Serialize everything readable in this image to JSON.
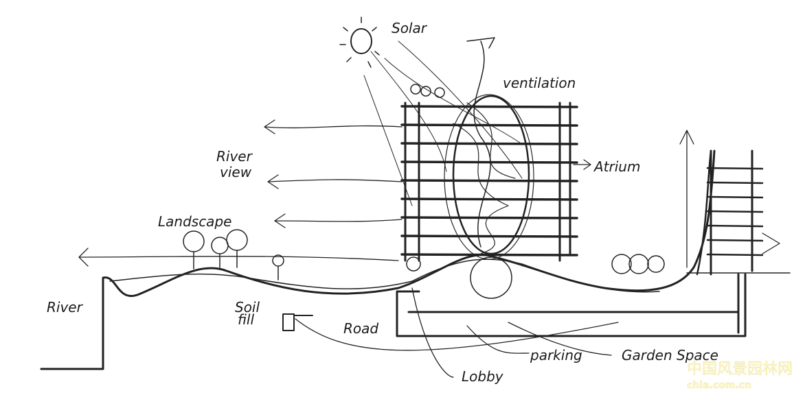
{
  "labels": {
    "solar": "Solar",
    "ventilation": "ventilation",
    "river_view_1": "River",
    "river_view_2": "view",
    "atrium": "Atrium",
    "landscape": "Landscape",
    "river": "River",
    "soil_fill_1": "Soil",
    "soil_fill_2": "fill",
    "road": "Road",
    "parking": "parking",
    "garden_space": "Garden Space",
    "lobby": "Lobby"
  },
  "watermark": {
    "chinese": "中国风景园林网",
    "domain": "chla.com.cn"
  },
  "colors": {
    "ink": "#222222",
    "watermark": "#fff7c8"
  }
}
